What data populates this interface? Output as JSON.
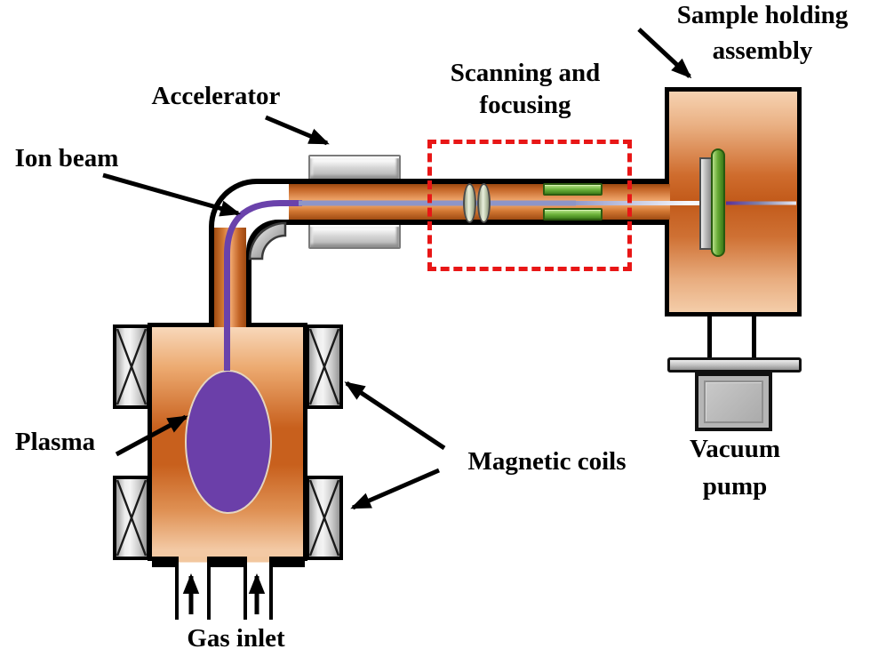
{
  "labels": {
    "sample_holding_assembly": {
      "line1": "Sample holding",
      "line2": "assembly"
    },
    "accelerator": "Accelerator",
    "ion_beam": "Ion beam",
    "scanning_focusing": {
      "line1": "Scanning and",
      "line2": "focusing"
    },
    "plasma": "Plasma",
    "magnetic_coils": "Magnetic coils",
    "vacuum_pump": {
      "line1": "Vacuum",
      "line2": "pump"
    },
    "gas_inlet": "Gas inlet"
  },
  "colors": {
    "tube_orange_dark": "#9c4810",
    "tube_orange_light": "#f3ab72",
    "plasma_purple": "#6b3fa9",
    "beam_purple": "#6a42ab",
    "beam_slate": "#8d95c8",
    "deflector_green": "#6cb23a",
    "lens_gray_green": "#ccd5bc",
    "highlight_red_dashed": "#e81616",
    "metal_gray": "#c3c3c3",
    "outline_black": "#000000"
  }
}
